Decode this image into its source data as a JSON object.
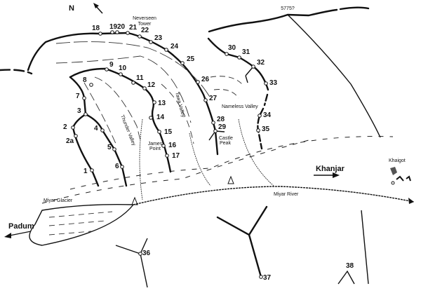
{
  "map": {
    "north_label": "N",
    "summit_label": "5775?",
    "features": {
      "neverseen_tower_1": "Neverseen",
      "neverseen_tower_2": "Tower",
      "thunder_valley": "Thunder Valley",
      "tawa_valley": "Tawa Valley",
      "nameless_valley": "Nameless Valley",
      "james_point_1": "James",
      "james_point_2": "Point",
      "castle_peak_1": "Castle",
      "castle_peak_2": "Peak",
      "miyar_glacier": "Miyar Glacier",
      "miyar_river": "Miyar River",
      "khanjar": "Khanjar",
      "khaigot": "Khaigot",
      "padum": "Padum"
    },
    "peaks": [
      "1",
      "2",
      "2a",
      "3",
      "4",
      "5",
      "6",
      "7",
      "8",
      "9",
      "10",
      "11",
      "12",
      "13",
      "14",
      "15",
      "16",
      "17",
      "18",
      "19",
      "20",
      "21",
      "22",
      "23",
      "24",
      "25",
      "26",
      "27",
      "28",
      "29",
      "30",
      "31",
      "32",
      "33",
      "34",
      "35",
      "36",
      "37",
      "38"
    ],
    "colors": {
      "ink": "#111111",
      "paper": "#ffffff"
    }
  }
}
